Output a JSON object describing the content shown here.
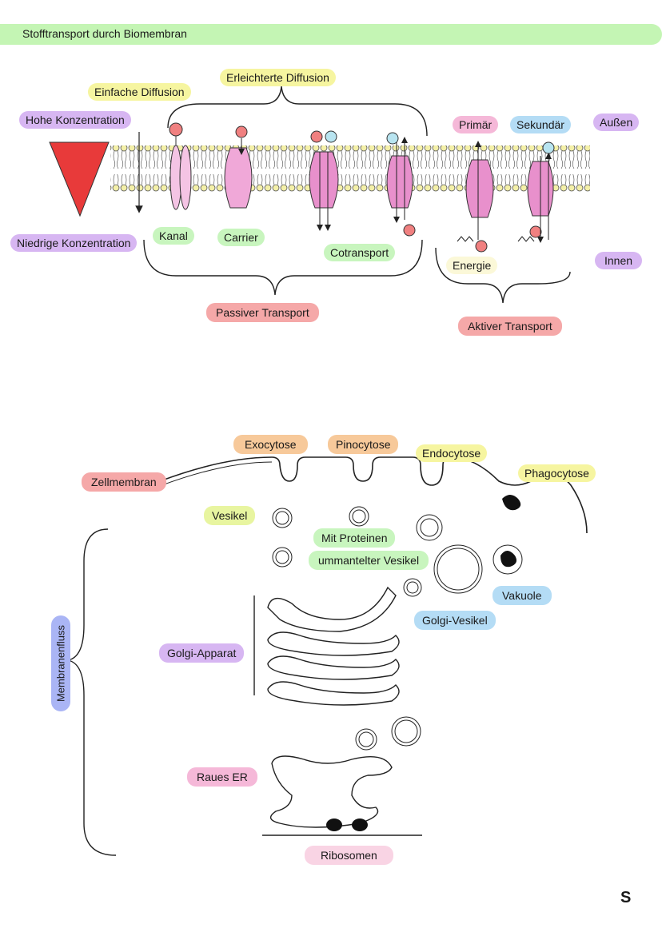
{
  "title": "Stofftransport durch Biomembran",
  "page_number": "S",
  "colors": {
    "header": "#c4f5b4",
    "yellow": "#f6f5a0",
    "green": "#c8f5be",
    "purple": "#d7b6f2",
    "pink": "#f5b8d8",
    "blue": "#b4dcf5",
    "red": "#f5a8a8",
    "orange": "#f7c99a",
    "lilac": "#aab5f5",
    "channel": "#f0a8d8",
    "lipid_head": "#f4f0a8"
  },
  "top": {
    "hohe_konzentration": "Hohe Konzentration",
    "niedrige_konzentration": "Niedrige Konzentration",
    "einfache_diffusion": "Einfache Diffusion",
    "erleichterte_diffusion": "Erleichterte Diffusion",
    "kanal": "Kanal",
    "carrier": "Carrier",
    "cotransport": "Cotransport",
    "passiver_transport": "Passiver Transport",
    "primaer": "Primär",
    "sekundaer": "Sekundär",
    "energie": "Energie",
    "aktiver_transport": "Aktiver Transport",
    "aussen": "Außen",
    "innen": "Innen"
  },
  "bottom": {
    "exocytose": "Exocytose",
    "pinocytose": "Pinocytose",
    "endocytose": "Endocytose",
    "phagocytose": "Phagocytose",
    "zellmembran": "Zellmembran",
    "vesikel": "Vesikel",
    "mit_proteinen": "Mit Proteinen",
    "ummantelter_vesikel": "ummantelter Vesikel",
    "vakuole": "Vakuole",
    "golgi_vesikel": "Golgi-Vesikel",
    "golgi_apparat": "Golgi-Apparat",
    "membranenfluss": "Membranenfluss",
    "raues_er": "Raues ER",
    "ribosomen": "Ribosomen"
  }
}
